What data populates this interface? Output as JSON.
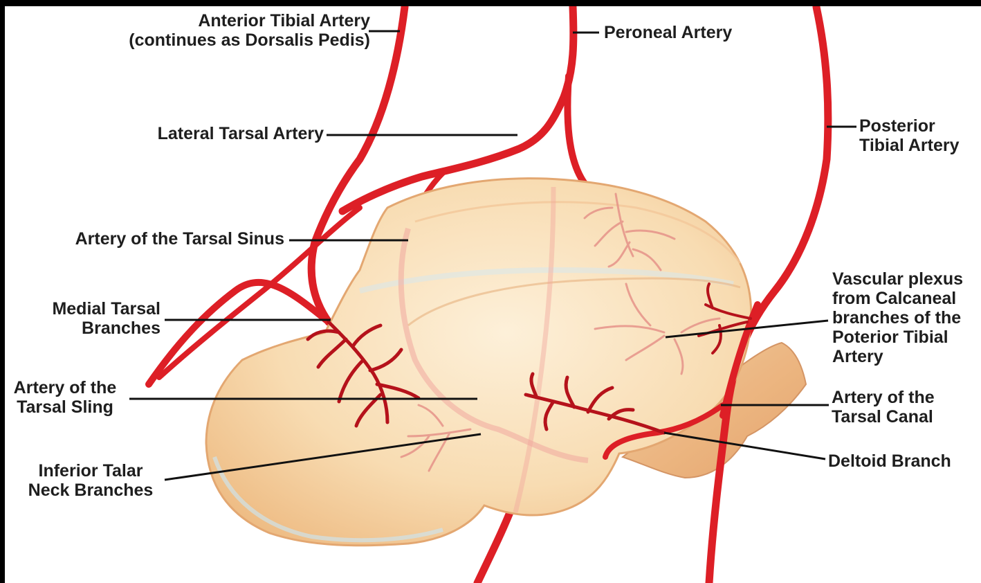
{
  "labels": {
    "anterior_tibial": "Anterior Tibial Artery\n(continues as Dorsalis Pedis)",
    "peroneal": "Peroneal Artery",
    "lateral_tarsal": "Lateral Tarsal Artery",
    "posterior_tibial": "Posterior\nTibial Artery",
    "tarsal_sinus": "Artery of the Tarsal Sinus",
    "medial_tarsal": "Medial Tarsal\nBranches",
    "vascular_plexus": "Vascular plexus\nfrom Calcaneal\nbranches of the\nPoterior Tibial\nArtery",
    "tarsal_sling": "Artery of the\nTarsal Sling",
    "tarsal_canal": "Artery of the\nTarsal Canal",
    "deltoid": "Deltoid Branch",
    "inferior_talar": "Inferior Talar\nNeck Branches"
  },
  "colors": {
    "artery": "#dd1f26",
    "artery_dark": "#a8121a",
    "bone": "#f6d9ae",
    "bone_edge": "#e0a978",
    "leader": "#111111",
    "frame": "#000000"
  }
}
